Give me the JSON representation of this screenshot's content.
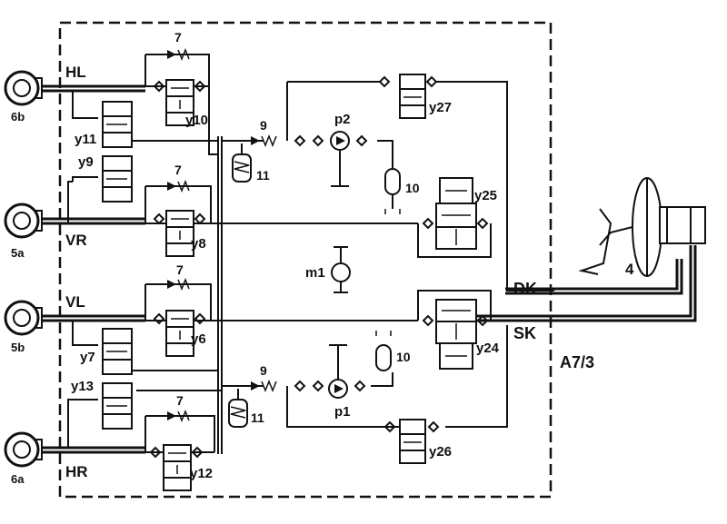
{
  "labels": {
    "wheel_6b": "6b",
    "wheel_5a": "5a",
    "wheel_5b": "5b",
    "wheel_6a": "6a",
    "line_HL": "HL",
    "line_VR": "VR",
    "line_VL": "VL",
    "line_HR": "HR",
    "valve_y11": "y11",
    "valve_y9": "y9",
    "valve_y10": "y10",
    "valve_y8": "y8",
    "valve_y7": "y7",
    "valve_y13": "y13",
    "valve_y6": "y6",
    "valve_y12": "y12",
    "valve_y27": "y27",
    "valve_y25": "y25",
    "valve_y24": "y24",
    "valve_y26": "y26",
    "check_7_a": "7",
    "check_7_b": "7",
    "check_7_c": "7",
    "check_7_d": "7",
    "check_9_top": "9",
    "check_9_bottom": "9",
    "accum_11_top": "11",
    "accum_11_bottom": "11",
    "damper_10_top": "10",
    "damper_10_bottom": "10",
    "pump_p2": "p2",
    "pump_p1": "p1",
    "motor_m1": "m1",
    "port_DK": "DK",
    "port_SK": "SK",
    "unit_A7_3": "A7/3",
    "brake_booster_4": "4"
  }
}
